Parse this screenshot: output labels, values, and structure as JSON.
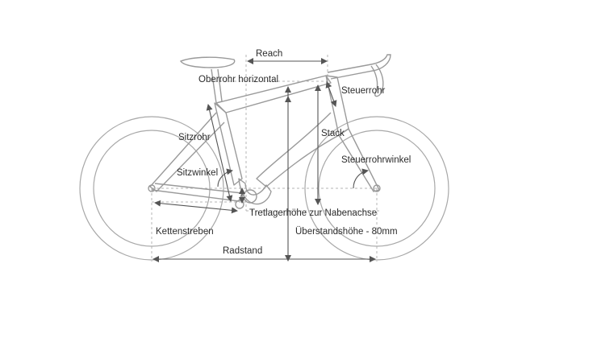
{
  "labels": {
    "reach": "Reach",
    "top_tube_horizontal": "Oberrohr horizontal",
    "head_tube": "Steuerrohr",
    "stack": "Stack",
    "seat_tube": "Sitzrohr",
    "head_tube_angle": "Steuerrohrwinkel",
    "seat_angle": "Sitzwinkel",
    "bb_drop": "Tretlagerhöhe zur Nabenachse",
    "standover": "Überstandshöhe - 80mm",
    "chainstays": "Kettenstreben",
    "wheelbase": "Radstand"
  },
  "colors": {
    "frame": "#9a9a9a",
    "measure": "#555555",
    "dashed": "#b5b5b5",
    "text": "#2b2b2b"
  }
}
